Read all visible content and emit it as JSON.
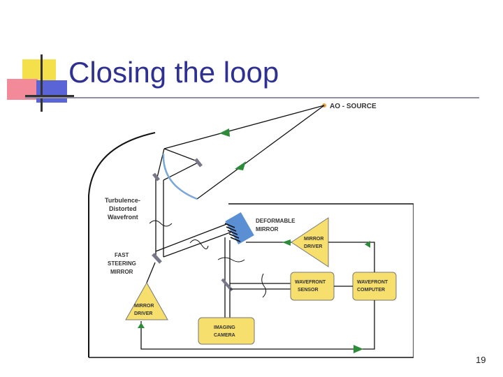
{
  "slide": {
    "title": "Closing the loop",
    "page_number": "19"
  },
  "diagram": {
    "source_label": "AO - SOURCE",
    "turbulence_label": [
      "Turbulence-",
      "Distorted",
      "Wavefront"
    ],
    "fsm_label": [
      "FAST",
      "STEERING",
      "MIRROR"
    ],
    "dm_label": [
      "DEFORMABLE",
      "MIRROR"
    ],
    "mirror_driver_top": [
      "MIRROR",
      "DRIVER"
    ],
    "mirror_driver_left": [
      "MIRROR",
      "DRIVER"
    ],
    "wavefront_sensor": [
      "WAVEFRONT",
      "SENSOR"
    ],
    "wavefront_computer": [
      "WAVEFRONT",
      "COMPUTER"
    ],
    "imaging_camera": [
      "IMAGING",
      "CAMERA"
    ],
    "colors": {
      "box_fill": "#f7df6e",
      "line": "#111111",
      "arrow": "#2e8b3a",
      "dm": "#5b8fd4",
      "wave": "#7aa6d8",
      "title": "#2e3192"
    }
  }
}
